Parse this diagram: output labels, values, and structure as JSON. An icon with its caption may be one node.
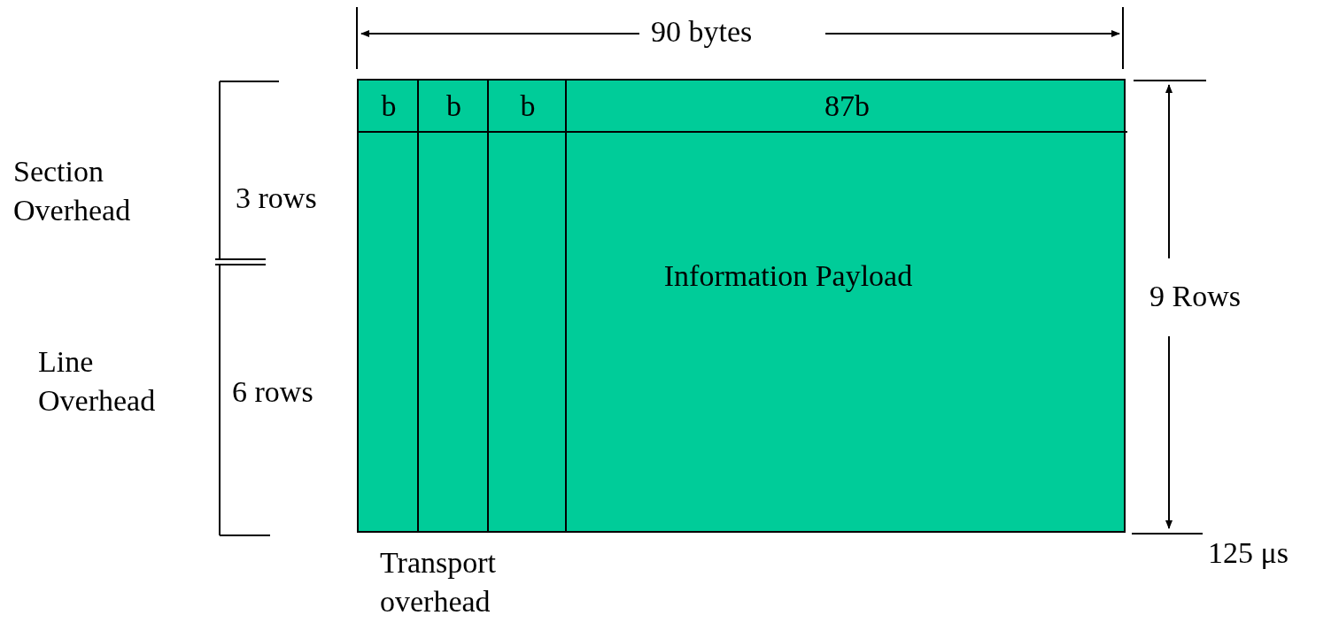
{
  "diagram": {
    "nodes": [
      {
        "text": [
          "Information Payload"
        ]
      },
      {
        "text": [
          "b"
        ],
        "in": 0
      },
      {
        "text": [
          "b"
        ],
        "in": 0
      },
      {
        "text": [
          "b"
        ],
        "in": 0
      },
      {
        "text": [
          "87b"
        ],
        "in": 0
      }
    ],
    "labels": [
      "90 bytes",
      "Section Overhead",
      "3 rows",
      "9 Rows",
      "Line Overhead",
      "6 rows",
      "125 μs",
      "Transport overhead"
    ]
  }
}
